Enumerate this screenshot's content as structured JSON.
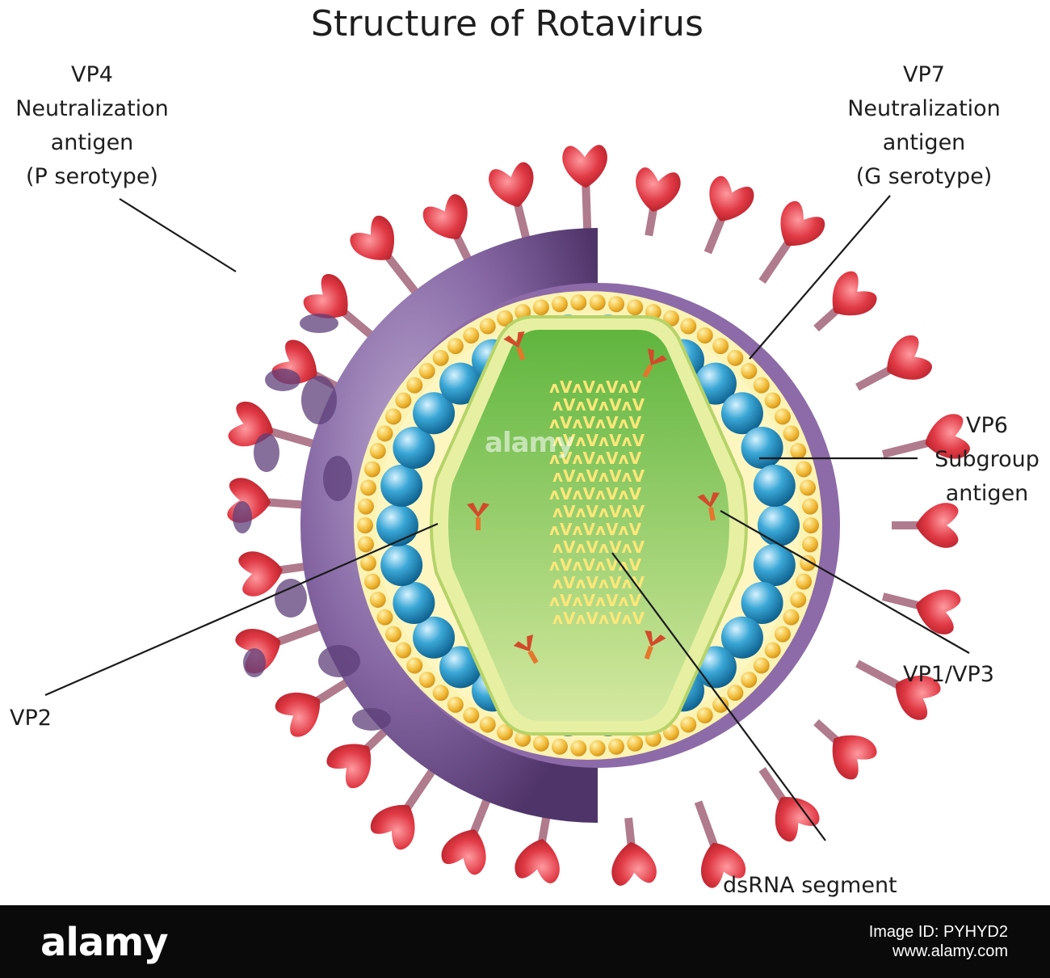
{
  "title": "Structure of Rotavirus",
  "labels": {
    "vp4": [
      "VP4",
      "Neutralization",
      "antigen",
      "(P serotype)"
    ],
    "vp7": [
      "VP7",
      "Neutralization",
      "antigen",
      "(G serotype)"
    ],
    "vp6": [
      "VP6",
      "Subgroup",
      "antigen"
    ],
    "vp1_vp3": "VP1/VP3",
    "vp2": "VP2",
    "dsrna": "dsRNA segment"
  },
  "rna_text": "ʌVʌVʌVʌV",
  "watermark": "alamy",
  "footer": {
    "logo": "alamy",
    "image_id": "Image ID: PYHYD2",
    "site": "www.alamy.com"
  },
  "colors": {
    "spike": "#d8323d",
    "outer_capsid": "#7c5a9a",
    "yellow_layer": "#f2c13a",
    "blue_beads": "#2a95c8",
    "core": "#9cc95a",
    "enzyme": "#d24a2a"
  }
}
